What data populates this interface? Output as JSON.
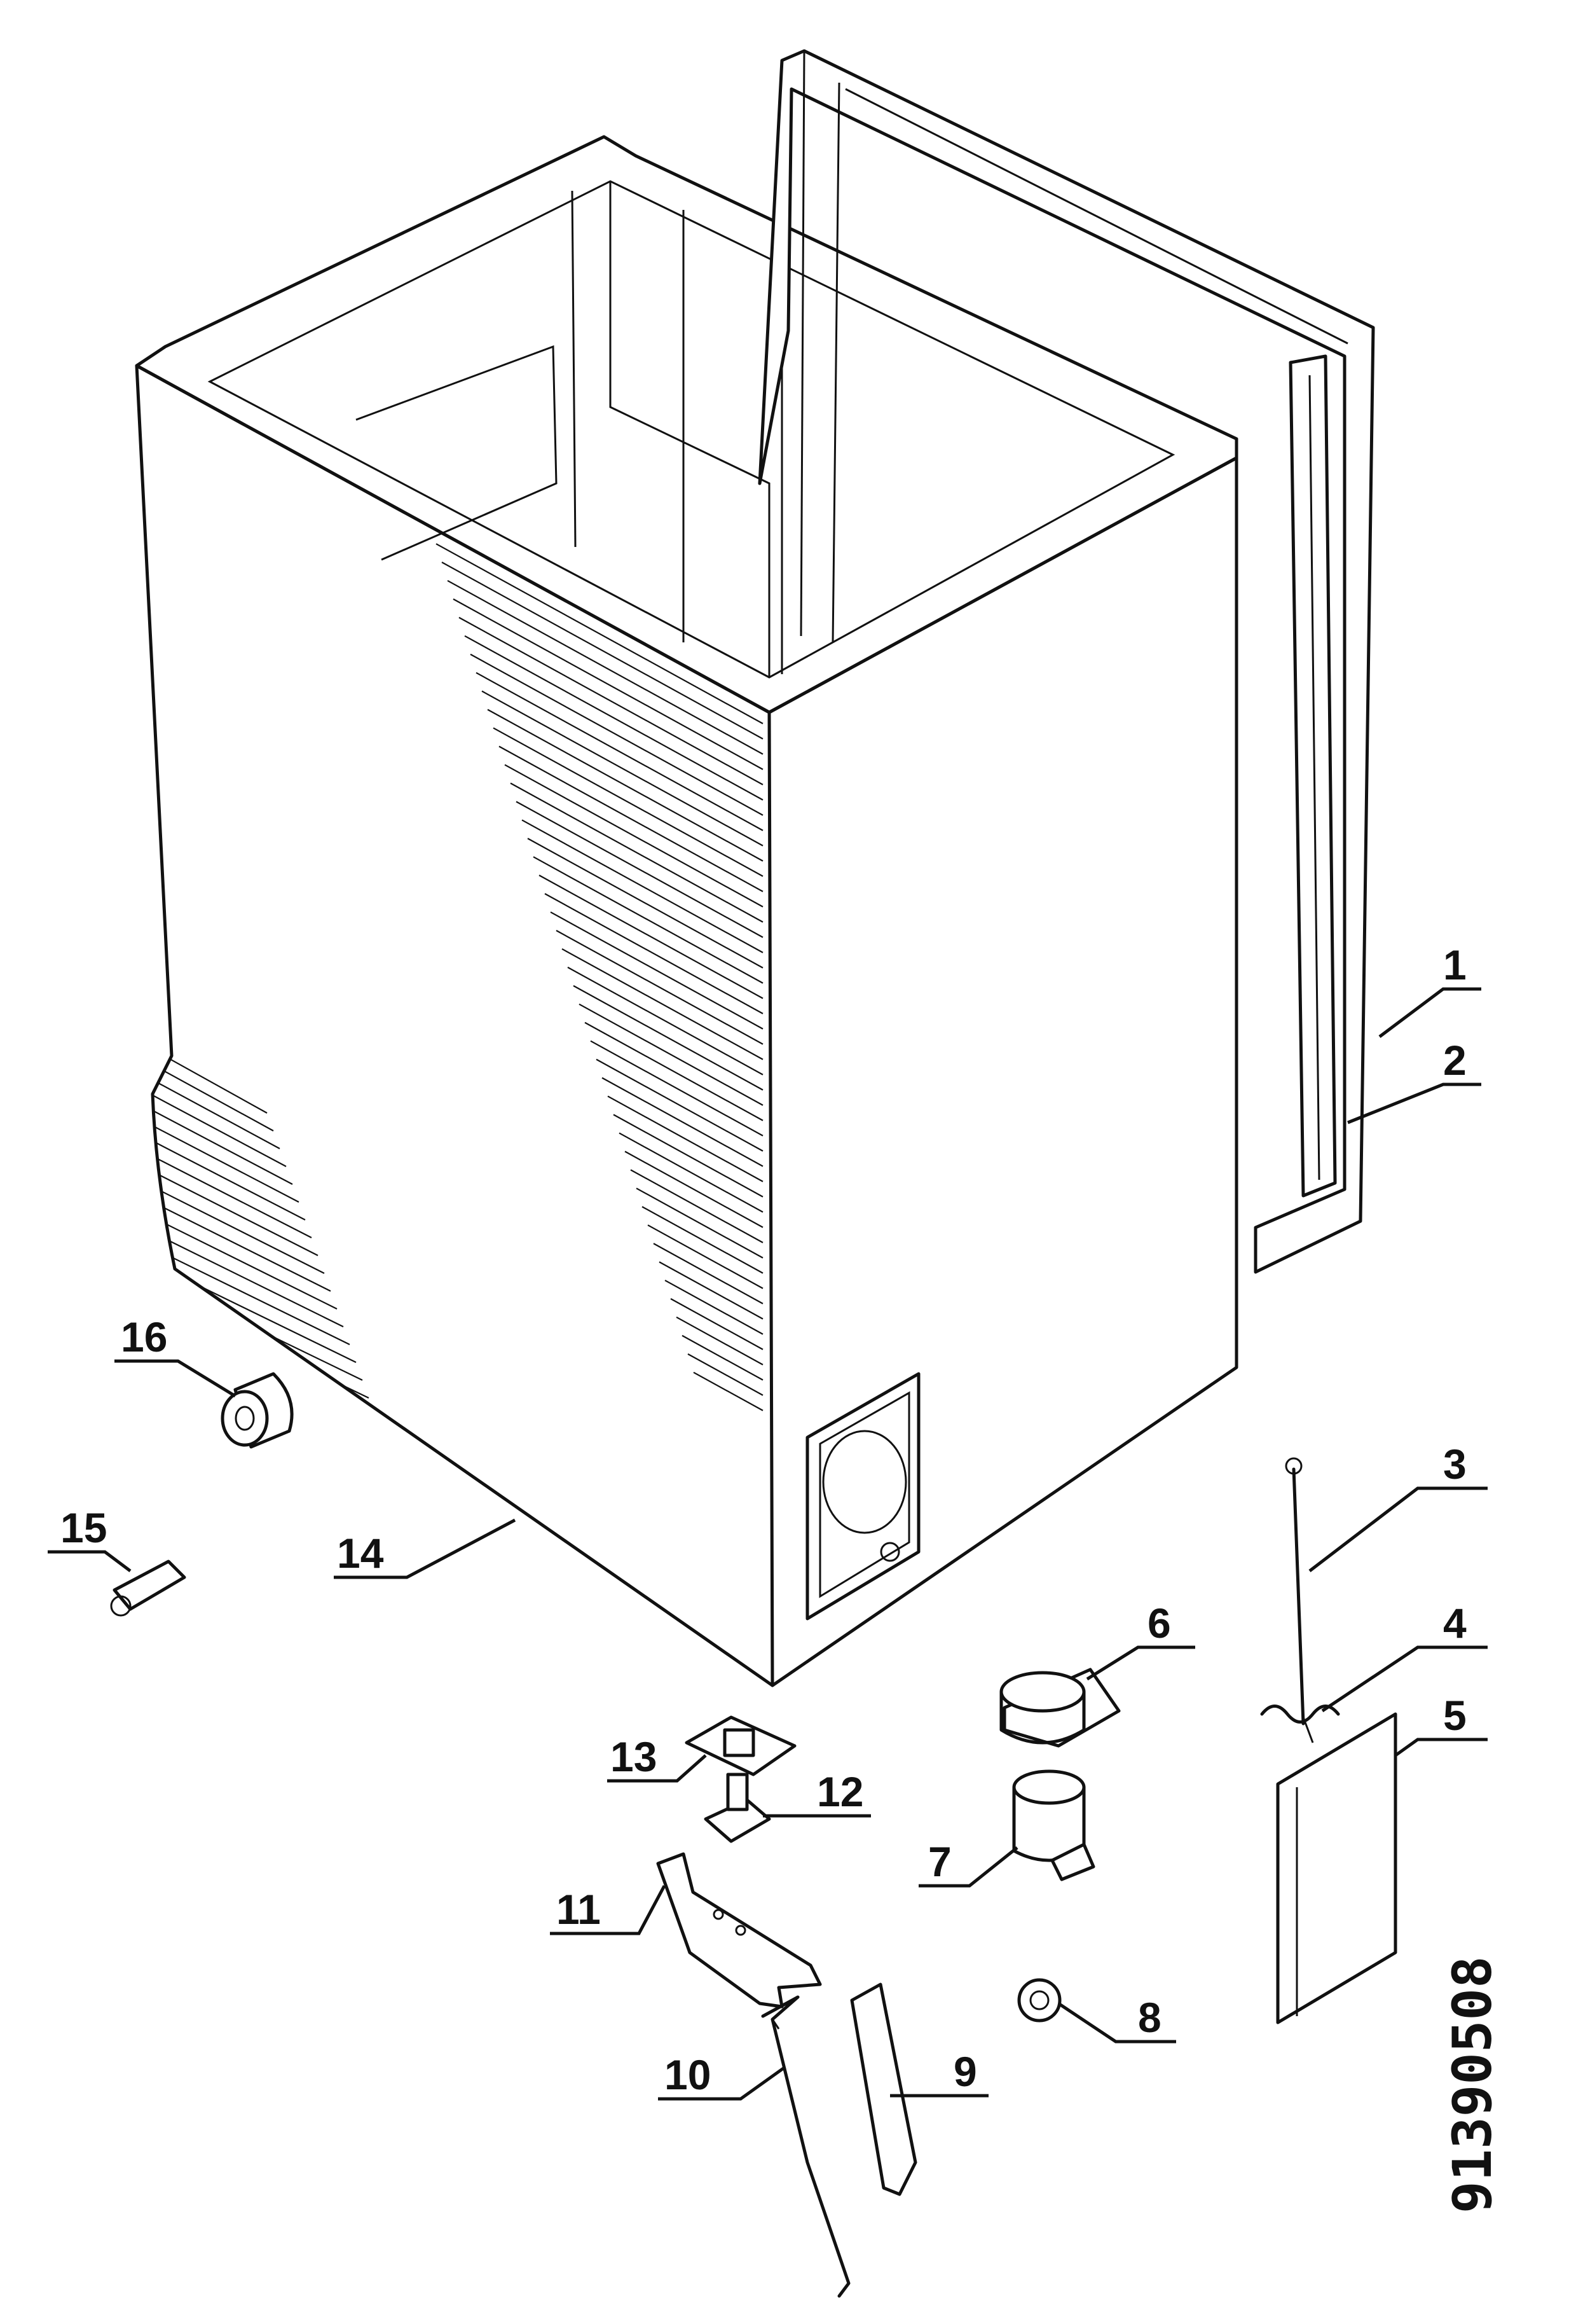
{
  "diagram": {
    "type": "exploded-parts-view",
    "drawing_code": "91390508",
    "parts": [
      {
        "number": "1"
      },
      {
        "number": "2"
      },
      {
        "number": "3"
      },
      {
        "number": "4"
      },
      {
        "number": "5"
      },
      {
        "number": "6"
      },
      {
        "number": "7"
      },
      {
        "number": "8"
      },
      {
        "number": "9"
      },
      {
        "number": "10"
      },
      {
        "number": "11"
      },
      {
        "number": "12"
      },
      {
        "number": "13"
      },
      {
        "number": "14"
      },
      {
        "number": "15"
      },
      {
        "number": "16"
      }
    ]
  }
}
